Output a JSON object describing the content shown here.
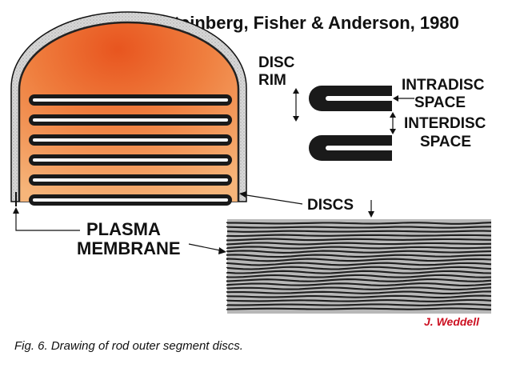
{
  "header": {
    "citation": "Steinberg, Fisher & Anderson, 1980"
  },
  "labels": {
    "disc_rim": [
      "DISC",
      "RIM"
    ],
    "intradisc_space": [
      "INTRADISC",
      "SPACE"
    ],
    "interdisc_space": [
      "INTERDISC",
      "SPACE"
    ],
    "discs": "DISCS",
    "plasma_membrane": [
      "PLASMA",
      "MEMBRANE"
    ]
  },
  "credit": {
    "text": "J. Weddell",
    "color": "#cc1122"
  },
  "caption": "Fig. 6. Drawing of rod outer segment discs.",
  "colors": {
    "cytoplasm_center": "#e8551f",
    "cytoplasm_edge": "#f4a86a",
    "membrane_dark": "#1a1a1a",
    "membrane_gray": "#c9c9c9"
  }
}
